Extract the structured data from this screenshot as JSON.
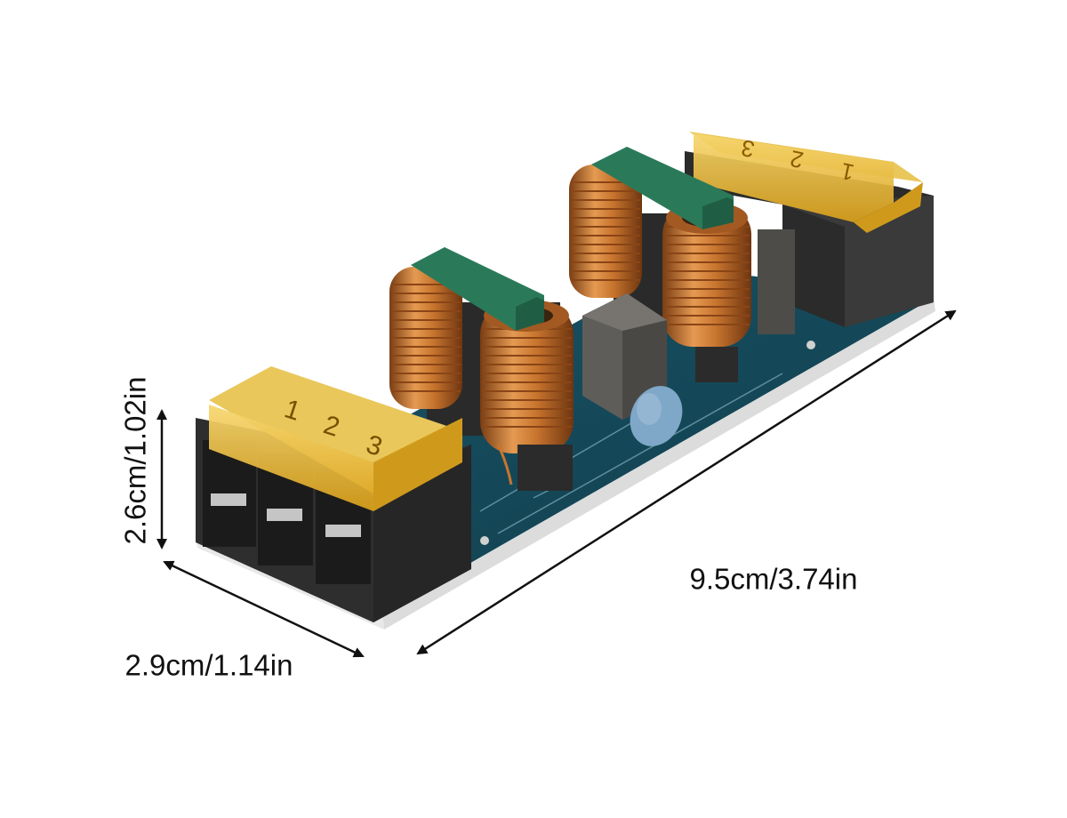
{
  "image": {
    "subject": "emi-filter-board",
    "background": "#ffffff",
    "colors": {
      "pcb": "#14495a",
      "copper": "#c8752e",
      "terminal_block": "#2b2b2b",
      "terminal_cover": "#f1b92a",
      "choke_clip": "#2a7a5a",
      "capacitor": "#5f5d59",
      "y_capacitor": "#7fa7c8"
    }
  },
  "dimensions": {
    "height_label": "2.6cm/1.02in",
    "width_label": "2.9cm/1.14in",
    "length_label": "9.5cm/3.74in"
  },
  "terminals": {
    "front_numbers": [
      "1",
      "2",
      "3"
    ],
    "back_numbers": [
      "3",
      "2",
      "1"
    ]
  }
}
